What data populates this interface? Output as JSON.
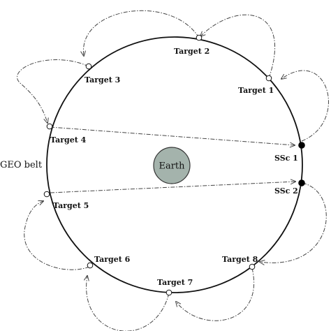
{
  "geo_belt_label": "GEO belt",
  "earth_label": "Earth",
  "targets": [
    {
      "id": "t1",
      "label": "Target 1"
    },
    {
      "id": "t2",
      "label": "Target 2"
    },
    {
      "id": "t3",
      "label": "Target 3"
    },
    {
      "id": "t4",
      "label": "Target 4"
    },
    {
      "id": "t5",
      "label": "Target 5"
    },
    {
      "id": "t6",
      "label": "Target 6"
    },
    {
      "id": "t7",
      "label": "Target 7"
    },
    {
      "id": "t8",
      "label": "Target 8"
    }
  ],
  "servicing_spacecraft": [
    {
      "id": "ssc1",
      "label": "SSc 1"
    },
    {
      "id": "ssc2",
      "label": "SSc 2"
    }
  ],
  "colors": {
    "earth_fill": "#a4b3ac",
    "orbit_stroke": "#111111",
    "target_fill": "#ffffff",
    "ssc_fill": "#000000",
    "transfer_stroke": "#444444"
  }
}
